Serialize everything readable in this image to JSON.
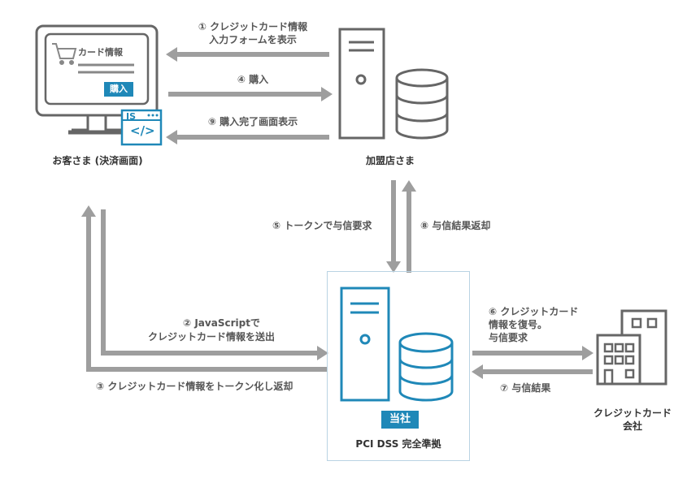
{
  "nodes": {
    "customer": "お客さま (決済画面)",
    "merchant": "加盟店さま",
    "company_badge": "当社",
    "company_sub": "PCI DSS 完全準拠",
    "card_company_line1": "クレジットカード",
    "card_company_line2": "会社"
  },
  "screen": {
    "card_label": "カード情報",
    "buy_button": "購入",
    "js_label": "JS",
    "code_label": "</>"
  },
  "steps": {
    "s1_line1": "① クレジットカード情報",
    "s1_line2": "入力フォームを表示",
    "s4": "④ 購入",
    "s9": "⑨ 購入完了画面表示",
    "s5": "⑤ トークンで与信要求",
    "s8": "⑧ 与信結果返却",
    "s2_line1": "② JavaScriptで",
    "s2_line2": "クレジットカード情報を送出",
    "s3": "③ クレジットカード情報をトークン化し返却",
    "s6_line1": "⑥ クレジットカード",
    "s6_line2": "情報を復号。",
    "s6_line3": "与信要求",
    "s7": "⑦ 与信結果"
  },
  "colors": {
    "arrow": "#9e9e9e",
    "icon_gray": "#666666",
    "accent_blue": "#1f88b8",
    "box_border": "#b9d3e3"
  }
}
